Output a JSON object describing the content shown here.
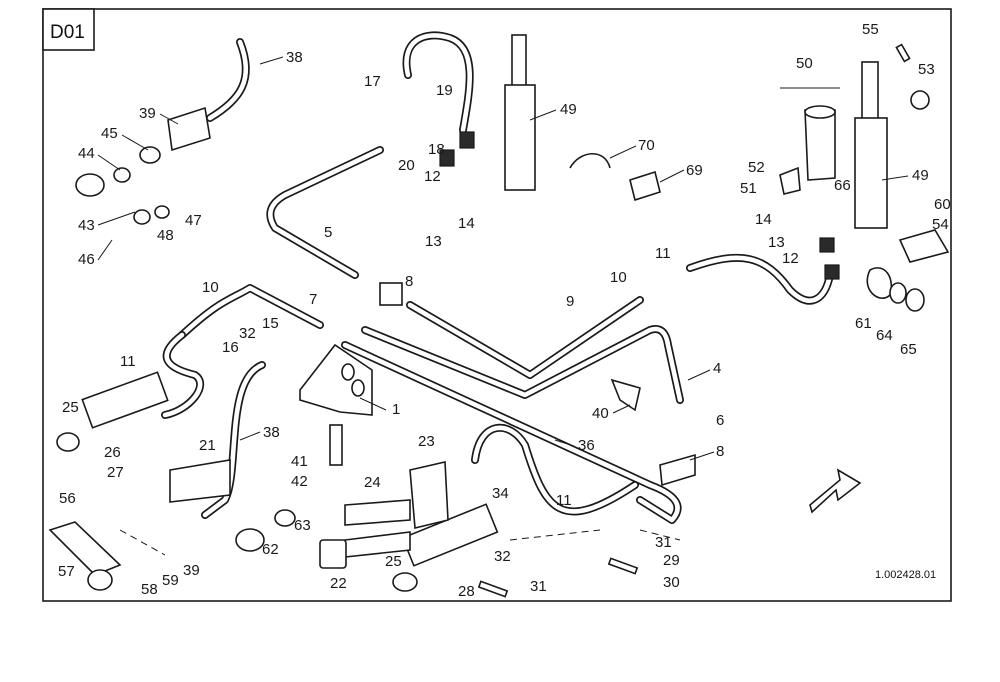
{
  "diagram": {
    "code": "D01",
    "reference": "1.002428.01",
    "callouts": [
      "38",
      "39",
      "45",
      "44",
      "43",
      "46",
      "48",
      "47",
      "17",
      "19",
      "18",
      "20",
      "12",
      "13",
      "14",
      "49",
      "70",
      "69",
      "55",
      "53",
      "50",
      "52",
      "51",
      "66",
      "14",
      "13",
      "12",
      "49",
      "60",
      "54",
      "11",
      "10",
      "9",
      "8",
      "7",
      "5",
      "15",
      "32",
      "16",
      "10",
      "11",
      "25",
      "26",
      "27",
      "21",
      "38",
      "41",
      "42",
      "1",
      "4",
      "40",
      "6",
      "8",
      "36",
      "11",
      "34",
      "23",
      "24",
      "22",
      "25",
      "32",
      "31",
      "28",
      "31",
      "29",
      "30",
      "56",
      "57",
      "58",
      "59",
      "39",
      "62",
      "63",
      "61",
      "64",
      "65"
    ]
  }
}
